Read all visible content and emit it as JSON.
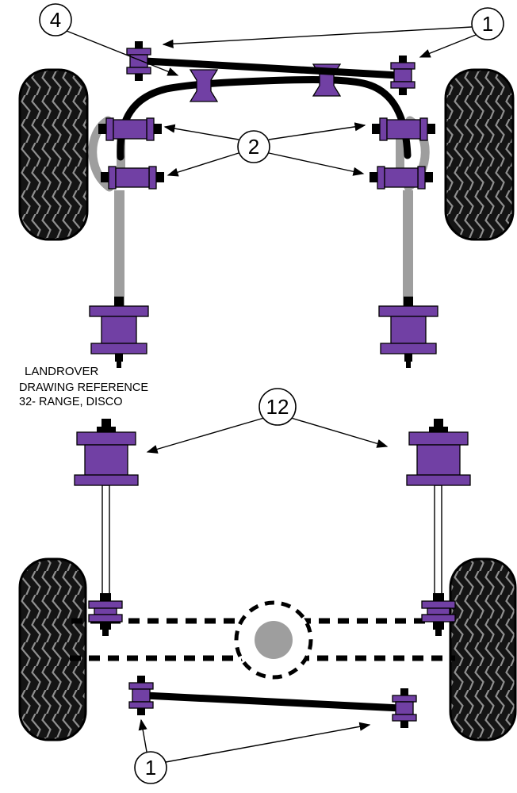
{
  "diagram": {
    "brand": "LANDROVER",
    "reference_label": "DRAWING REFERENCE",
    "reference_number": "32-  RANGE, DISCO",
    "callouts": {
      "front_link": "1",
      "front_mount": "4",
      "front_arm_bushes": "2",
      "rear_spring_seats": "12",
      "rear_link": "1"
    },
    "colors": {
      "bush_purple": "#7140a4",
      "metal_gray": "#9e9e9e",
      "tire_black": "#141414",
      "tread_gray": "#8f8f8f"
    }
  }
}
